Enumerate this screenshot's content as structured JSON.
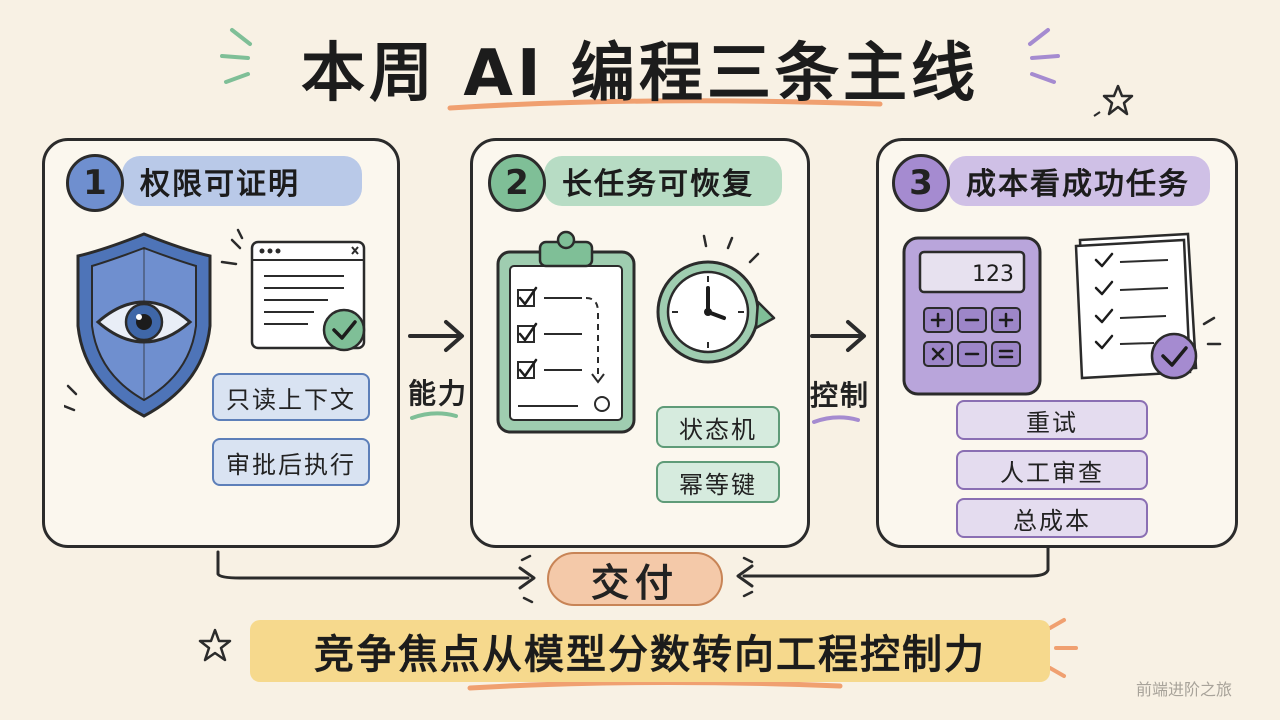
{
  "title": "本周 AI 编程三条主线",
  "panels": [
    {
      "number": "1",
      "header": "权限可证明",
      "tags": [
        "只读上下文",
        "审批后执行"
      ],
      "accent": "#6f8fcf",
      "icons": [
        "shield-eye-icon",
        "browser-window-check-icon"
      ]
    },
    {
      "number": "2",
      "header": "长任务可恢复",
      "tags": [
        "状态机",
        "幂等键"
      ],
      "accent": "#7fbf97",
      "icons": [
        "clipboard-checklist-icon",
        "clock-refresh-icon"
      ]
    },
    {
      "number": "3",
      "header": "成本看成功任务",
      "tags": [
        "重试",
        "人工审查",
        "总成本"
      ],
      "accent": "#a58bd0",
      "icons": [
        "calculator-icon",
        "checklist-document-icon"
      ]
    }
  ],
  "connectors": [
    "能力",
    "控制"
  ],
  "calculator_display": "123",
  "deliver": "交付",
  "banner": "竞争焦点从模型分数转向工程控制力",
  "watermark": "前端进阶之旅",
  "colors": {
    "background": "#f8f1e4",
    "blue": "#6f8fcf",
    "green": "#7fbf97",
    "purple": "#a58bd0",
    "orange": "#f4c9a9",
    "yellow": "#f6d98d"
  }
}
